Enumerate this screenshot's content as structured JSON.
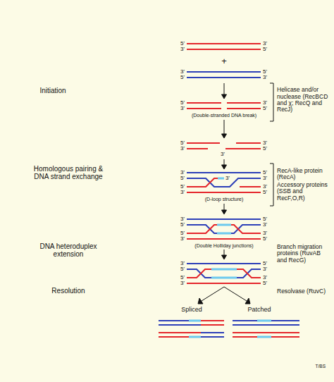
{
  "diagram": {
    "labels": [
      "5'",
      "3'",
      "3'",
      "5'",
      "+",
      "3'",
      "5'",
      "5'",
      "3'",
      "Initiation",
      "Helicase and/or nuclease (RecBCD and χ; RecQ and RecJ)",
      "5'",
      "3'",
      "3'",
      "5'",
      "(Double-stranded DNA break)",
      "5'",
      "3'",
      "3'",
      "3'",
      "5'",
      "Homologous pairing & DNA strand exchange",
      "RecA-like protein (RecA)",
      "Accessory proteins (SSB and RecF,O,R)",
      "3'",
      "5'",
      "5'",
      "3'",
      "5'",
      "3'",
      "3'",
      "5'",
      "3'",
      "(D-loop structure)",
      "3'",
      "5'",
      "5'",
      "3'",
      "5'",
      "3'",
      "3'",
      "5'",
      "(Double Holliday junctions)",
      "DNA heteroduplex extension",
      "Branch migration proteins (RuvAB and RecG)",
      "3'",
      "5'",
      "5'",
      "3'",
      "5'",
      "3'",
      "3'",
      "5'",
      "Resolution",
      "Resolvase (RuvC)",
      "Spliced",
      "Patched",
      "T/BS"
    ]
  }
}
